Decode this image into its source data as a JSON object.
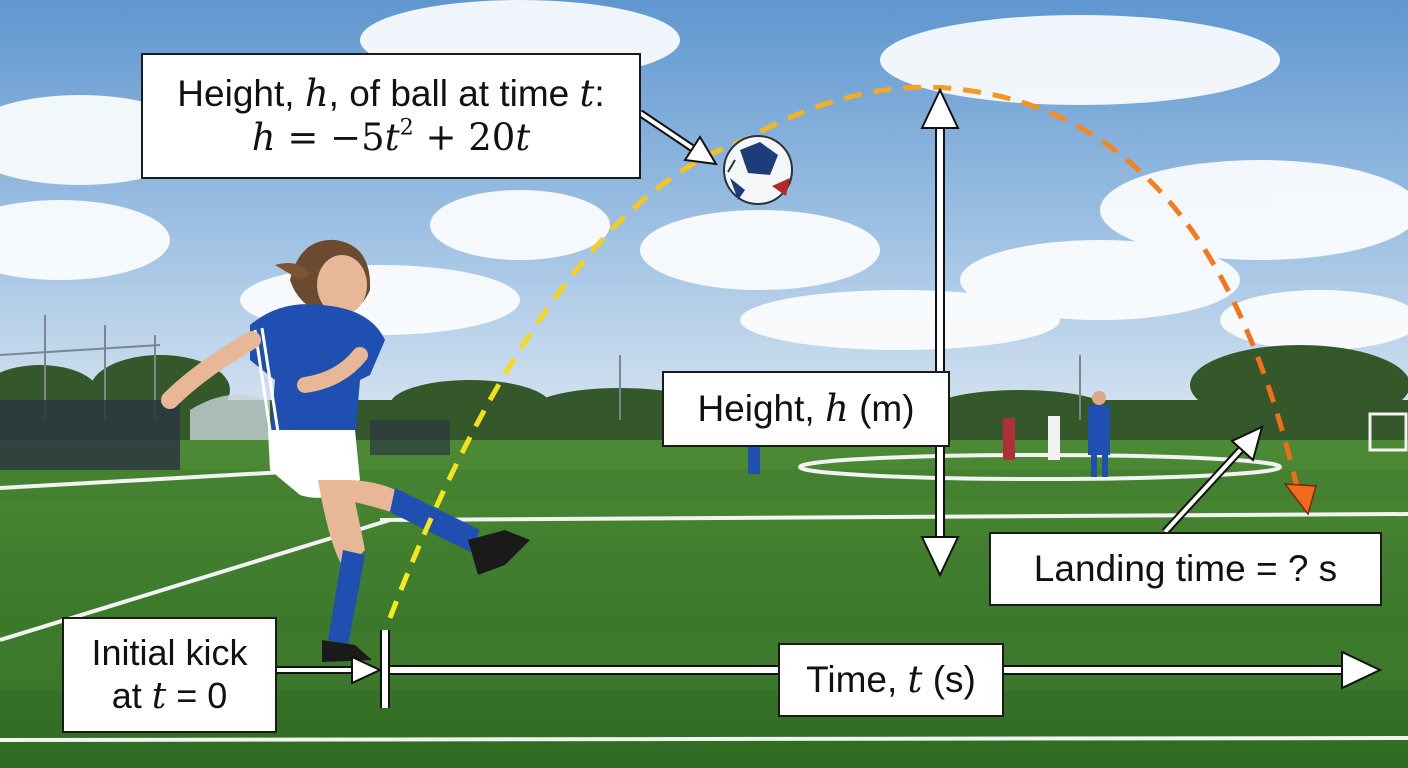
{
  "equation_box": {
    "line1_prefix": "Height, ",
    "line1_var": "h",
    "line1_mid": ", of ball at time ",
    "line1_var2": "t",
    "line1_suffix": ":",
    "eq_lhs": "h",
    "eq_mid": " = −5",
    "eq_var1": "t",
    "eq_exp": "2",
    "eq_plus": " + 20",
    "eq_var2": "t"
  },
  "height_axis_label": {
    "prefix": "Height, ",
    "var": "h",
    "unit": " (m)"
  },
  "time_axis_label": {
    "prefix": "Time, ",
    "var": "t",
    "unit": " (s)"
  },
  "landing_label": "Landing time = ? s",
  "kick_label": {
    "line1": "Initial kick",
    "line2_prefix": "at ",
    "line2_var": "t",
    "line2_suffix": " = 0"
  },
  "colors": {
    "sky": "#7fb0dc",
    "grass": "#3f7d2c",
    "trajectory_start": "#f4ec1e",
    "trajectory_mid": "#f6a623",
    "trajectory_end": "#f26a1b",
    "player_jersey": "#1f4fb0"
  },
  "icons": [
    "soccer-ball-icon",
    "player-figure",
    "arrow-icon"
  ]
}
